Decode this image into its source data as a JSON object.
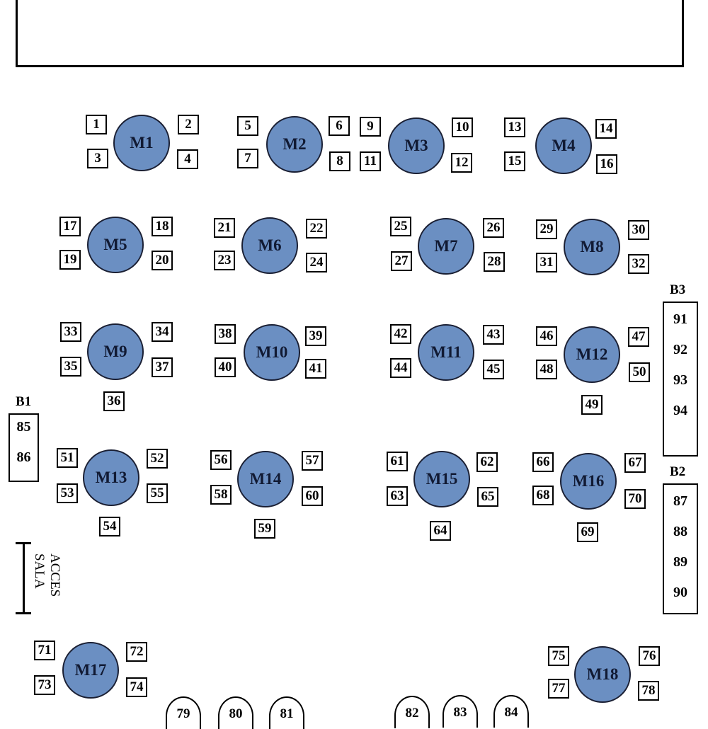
{
  "stage": {
    "label": ""
  },
  "tables": [
    {
      "label": "M1",
      "seats": [
        "1",
        "2",
        "3",
        "4"
      ]
    },
    {
      "label": "M2",
      "seats": [
        "5",
        "6",
        "7",
        "8"
      ]
    },
    {
      "label": "M3",
      "seats": [
        "9",
        "10",
        "11",
        "12"
      ]
    },
    {
      "label": "M4",
      "seats": [
        "13",
        "14",
        "15",
        "16"
      ]
    },
    {
      "label": "M5",
      "seats": [
        "17",
        "18",
        "19",
        "20"
      ]
    },
    {
      "label": "M6",
      "seats": [
        "21",
        "22",
        "23",
        "24"
      ]
    },
    {
      "label": "M7",
      "seats": [
        "25",
        "26",
        "27",
        "28"
      ]
    },
    {
      "label": "M8",
      "seats": [
        "29",
        "30",
        "31",
        "32"
      ]
    },
    {
      "label": "M9",
      "seats": [
        "33",
        "34",
        "35",
        "37",
        "36"
      ]
    },
    {
      "label": "M10",
      "seats": [
        "38",
        "39",
        "40",
        "41"
      ]
    },
    {
      "label": "M11",
      "seats": [
        "42",
        "43",
        "44",
        "45"
      ]
    },
    {
      "label": "M12",
      "seats": [
        "46",
        "47",
        "48",
        "50",
        "49"
      ]
    },
    {
      "label": "M13",
      "seats": [
        "51",
        "52",
        "53",
        "55",
        "54"
      ]
    },
    {
      "label": "M14",
      "seats": [
        "56",
        "57",
        "58",
        "60",
        "59"
      ]
    },
    {
      "label": "M15",
      "seats": [
        "61",
        "62",
        "63",
        "65",
        "64"
      ]
    },
    {
      "label": "M16",
      "seats": [
        "66",
        "67",
        "68",
        "70",
        "69"
      ]
    },
    {
      "label": "M17",
      "seats": [
        "71",
        "72",
        "73",
        "74"
      ]
    },
    {
      "label": "M18",
      "seats": [
        "75",
        "76",
        "77",
        "78"
      ]
    }
  ],
  "round_seats": [
    "79",
    "80",
    "81",
    "82",
    "83",
    "84"
  ],
  "bars": [
    {
      "label": "B1",
      "seats": [
        "85",
        "86"
      ]
    },
    {
      "label": "B2",
      "seats": [
        "87",
        "88",
        "89",
        "90"
      ]
    },
    {
      "label": "B3",
      "seats": [
        "91",
        "92",
        "93",
        "94"
      ]
    }
  ],
  "access": {
    "line1": "ACCES",
    "line2": "SALA"
  },
  "colors": {
    "table_fill": "#6b8fc2",
    "table_border": "#1a1f33",
    "line": "#000000"
  }
}
